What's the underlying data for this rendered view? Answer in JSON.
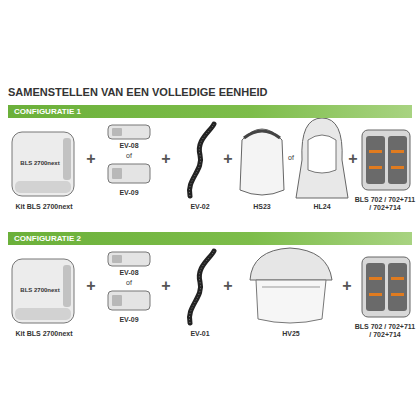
{
  "diagram": {
    "title": "SAMENSTELLEN VAN EEN VOLLEDIGE EENHEID",
    "nodes": [
      {
        "text": [
          "CONFIGURATIE 1"
        ]
      },
      {
        "text": [
          "CONFIGURATIE 2"
        ]
      }
    ],
    "labels": [
      "BLS 2700next",
      "Kit BLS 2700next",
      "+",
      "EV-08",
      "of",
      "EV-09",
      "+",
      "EV-02",
      "+",
      "HS23",
      "of",
      "HL24",
      "+",
      "BLS 702 / 702+711 / 702+714",
      "BLS 2700next",
      "Kit BLS 2700next",
      "+",
      "EV-08",
      "of",
      "EV-09",
      "+",
      "EV-01",
      "+",
      "HV25",
      "+",
      "BLS 702 / 702+711 / 702+714"
    ]
  }
}
